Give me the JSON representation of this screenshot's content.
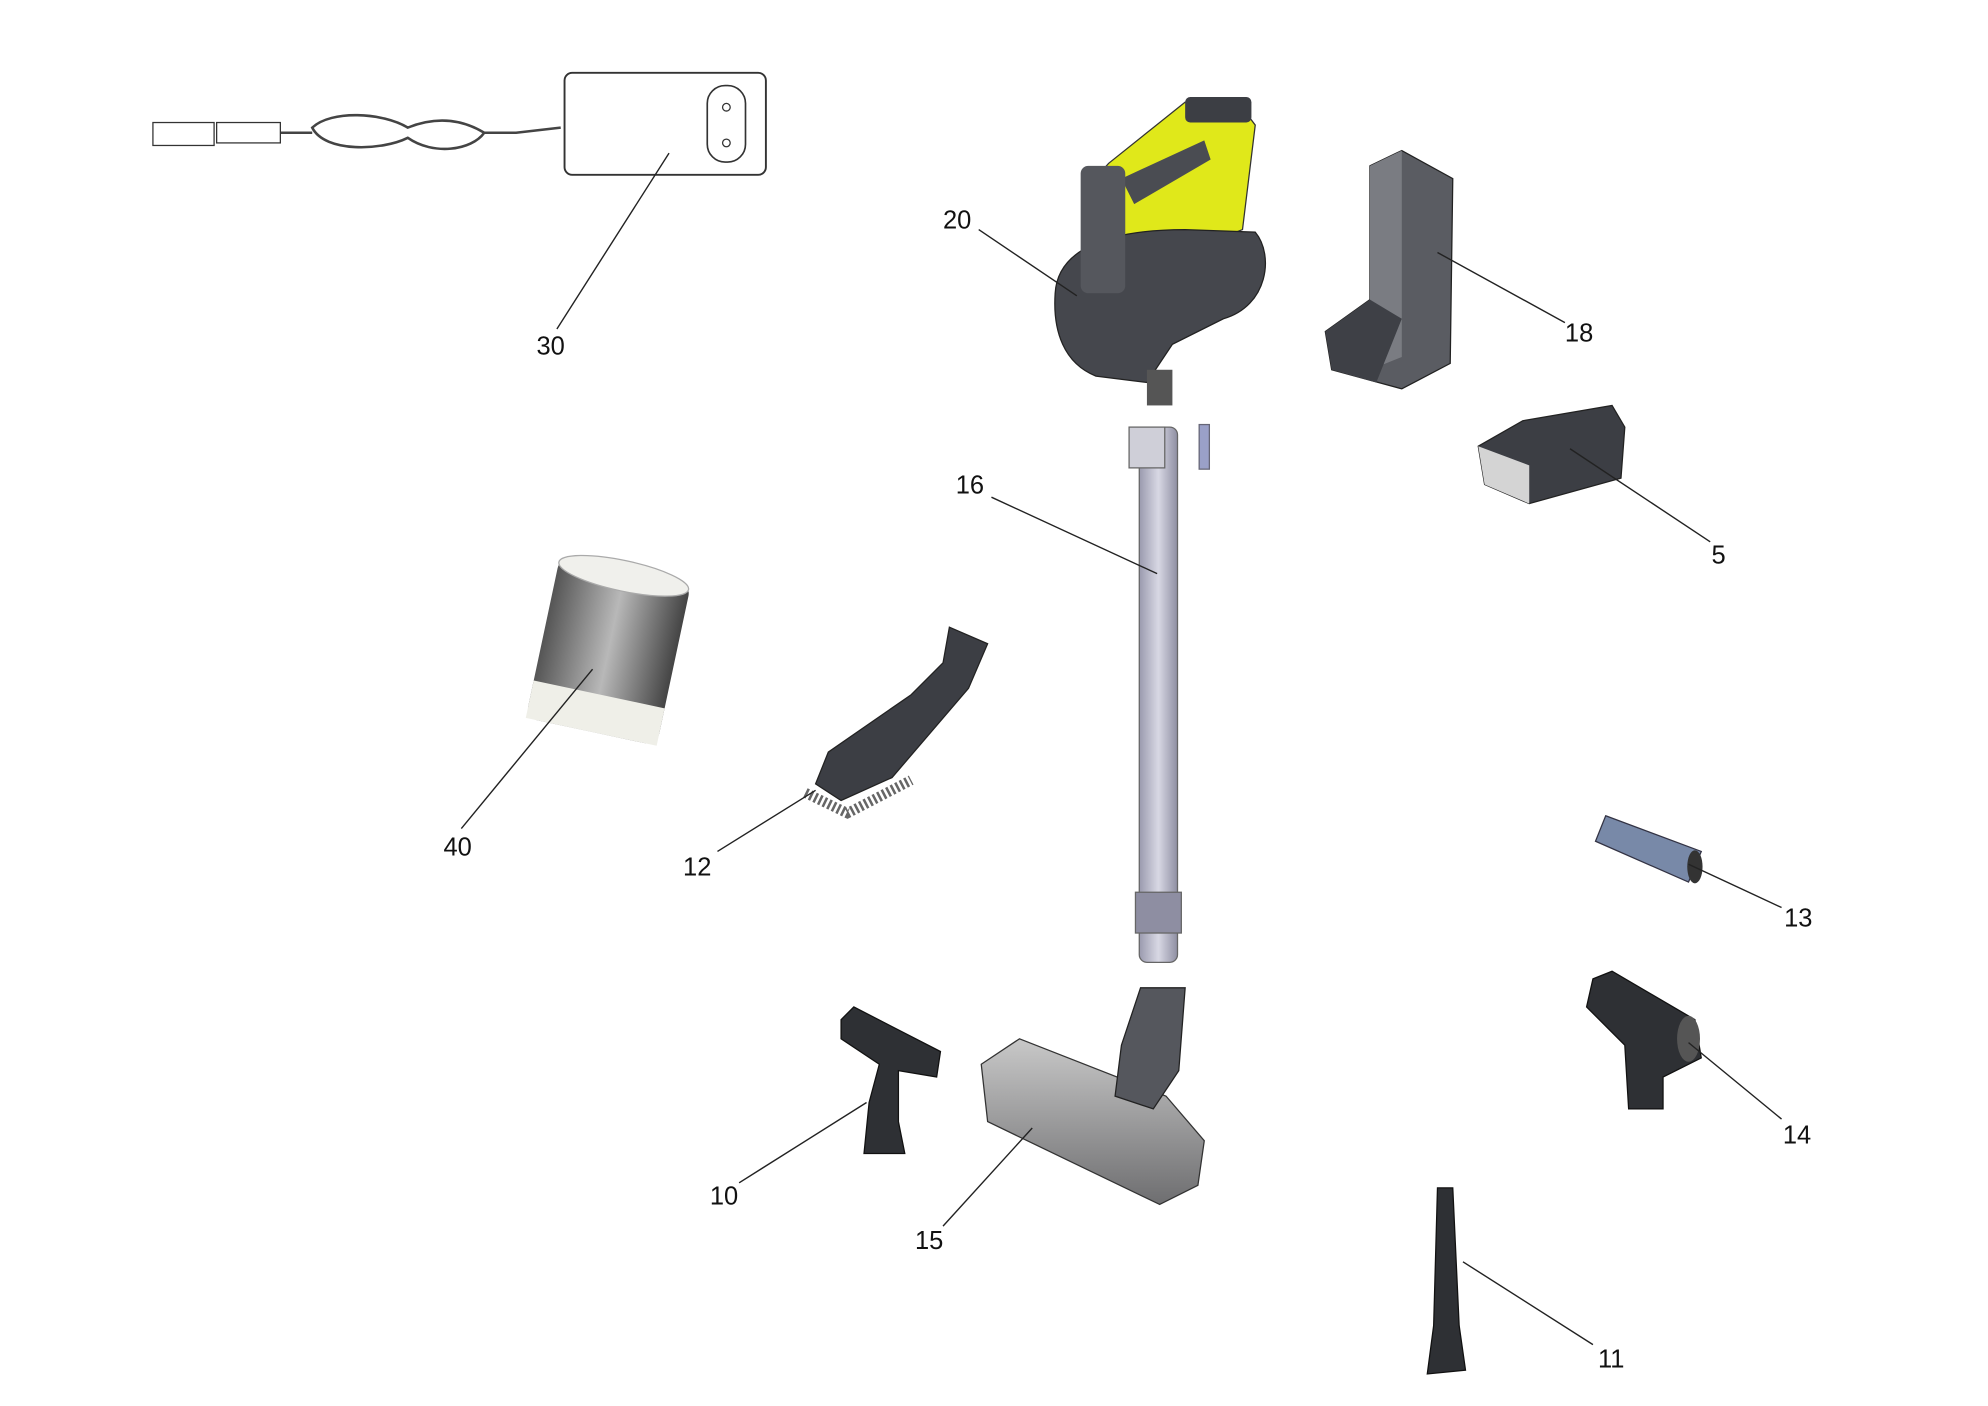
{
  "diagram": {
    "parts": [
      {
        "id": "charger",
        "number": "30"
      },
      {
        "id": "handheld-unit",
        "number": "20"
      },
      {
        "id": "wall-mount",
        "number": "18"
      },
      {
        "id": "battery",
        "number": "5"
      },
      {
        "id": "suction-tube",
        "number": "16"
      },
      {
        "id": "filter",
        "number": "40"
      },
      {
        "id": "dusting-brush",
        "number": "12"
      },
      {
        "id": "brush-roller",
        "number": "13"
      },
      {
        "id": "adapter",
        "number": "14"
      },
      {
        "id": "upholstery-nozzle",
        "number": "10"
      },
      {
        "id": "floor-nozzle",
        "number": "15"
      },
      {
        "id": "crevice-nozzle",
        "number": "11"
      }
    ],
    "colors": {
      "accent": "#e0e81a",
      "dark": "#3c3e44",
      "tube": "#b4b4c4"
    }
  }
}
